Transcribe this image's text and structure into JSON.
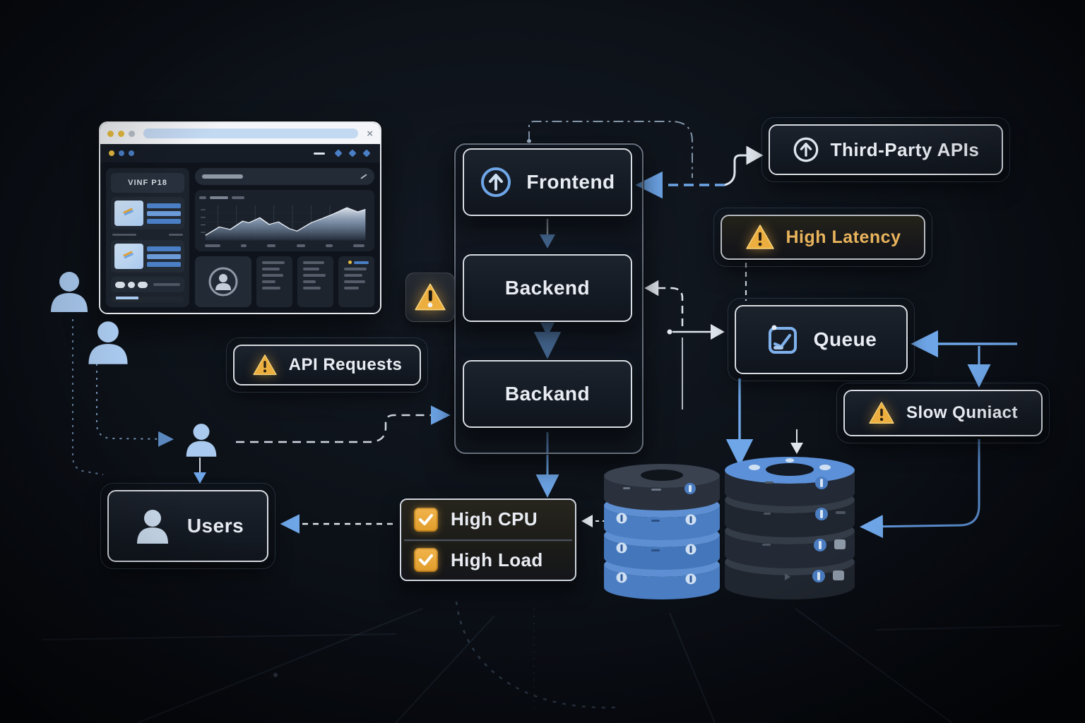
{
  "nodes": {
    "frontend": {
      "label": "Frontend",
      "icon": "arrow-up-circle"
    },
    "backend": {
      "label": "Backend",
      "icon": "none"
    },
    "backand": {
      "label": "Backand",
      "icon": "none"
    },
    "third_party_apis": {
      "label": "Third-Party APIs",
      "icon": "arrow-up-circle"
    },
    "high_latency": {
      "label": "High Latency",
      "icon": "warning-triangle"
    },
    "queue": {
      "label": "Queue",
      "icon": "queue-clipboard"
    },
    "slow_query": {
      "label": "Slow Quniact",
      "icon": "warning-triangle"
    },
    "api_requests": {
      "label": "API Requests",
      "icon": "warning-triangle"
    },
    "users": {
      "label": "Users",
      "icon": "user"
    },
    "high_cpu": {
      "label": "High CPU",
      "icon": "checkbox-checked"
    },
    "high_load": {
      "label": "High Load",
      "icon": "checkbox-checked"
    }
  },
  "browser": {
    "sidebar_title": "VINF P18",
    "close_glyph": "×"
  },
  "colors": {
    "background": "#0a0e15",
    "accent_blue": "#6ea6e8",
    "person_blue": "#a9c9ee",
    "warning_orange": "#ecab3c",
    "amber_text": "#e9b45c",
    "box_border": "#d9dee6",
    "text": "#e9edf3"
  }
}
